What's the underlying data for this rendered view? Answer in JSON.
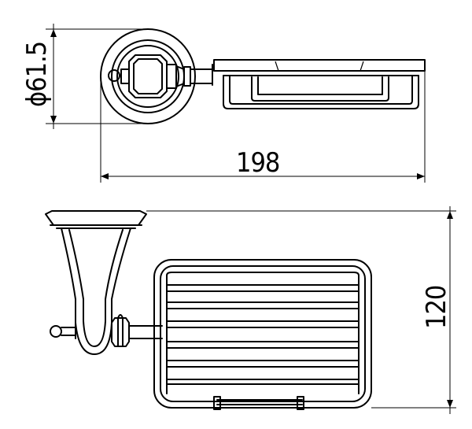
{
  "drawing": {
    "top_view": {
      "diameter_label": "ϕ61.5",
      "width_label": "198"
    },
    "front_view": {
      "height_label": "120"
    }
  }
}
